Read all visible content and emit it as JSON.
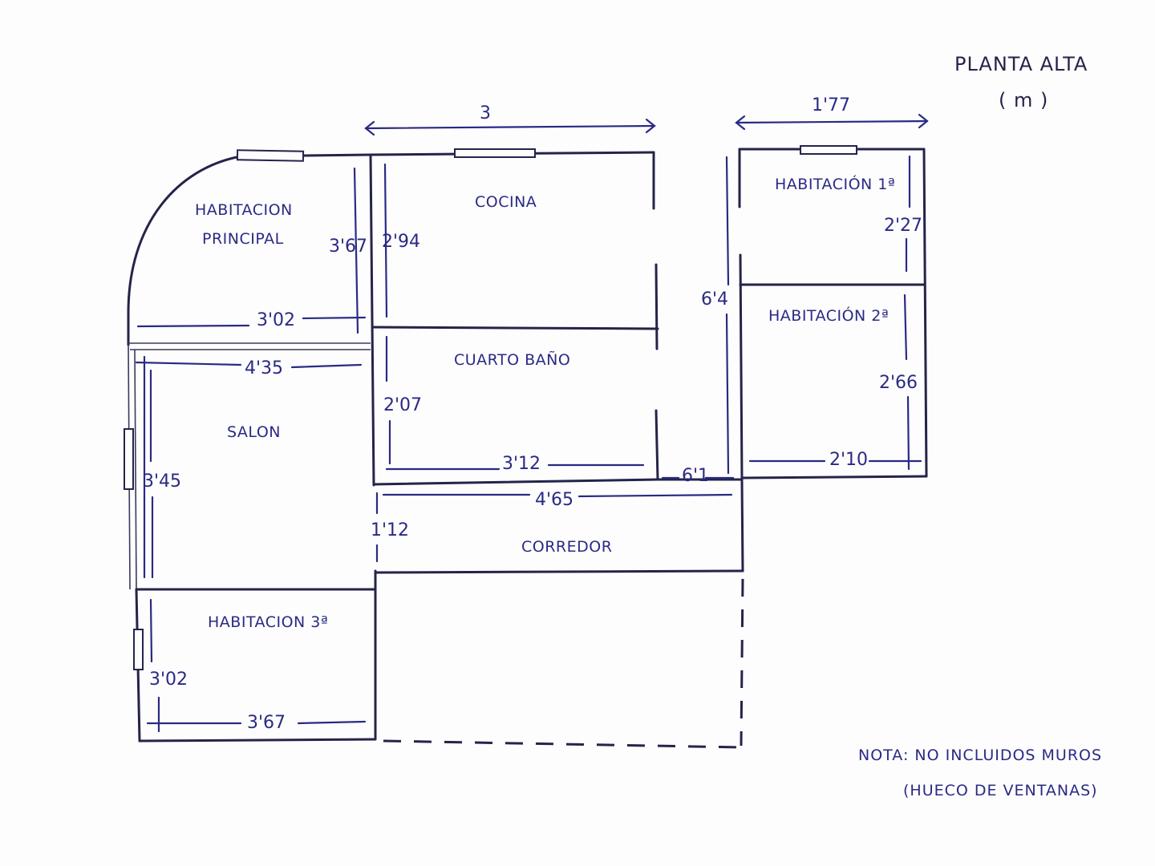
{
  "title": {
    "line1": "PLANTA ALTA",
    "line2": "( m )"
  },
  "rooms": {
    "habitacion_principal_line1": "HABITACION",
    "habitacion_principal_line2": "PRINCIPAL",
    "cocina": "COCINA",
    "cuarto_bano": "CUARTO BAÑO",
    "salon": "SALON",
    "corredor": "CORREDOR",
    "habitacion_3": "HABITACION 3ª",
    "habitacion_1": "HABITACIÓN 1ª",
    "habitacion_2": "HABITACIÓN 2ª"
  },
  "dimensions": {
    "cocina_width": "3",
    "right_width": "1'77",
    "principal_height": "3'67",
    "cocina_height": "2'94",
    "principal_width": "3'02",
    "salon_width": "4'35",
    "bano_height": "2'07",
    "bano_width": "3'12",
    "gap": "6'1",
    "right_height": "6'4",
    "hab1_height": "2'27",
    "hab2_height": "2'66",
    "hab2_width": "2'10",
    "salon_height": "3'45",
    "corredor_width": "4'65",
    "corredor_height": "1'12",
    "hab3_height": "3'02",
    "hab3_width": "3'67"
  },
  "note": {
    "line1": "NOTA: NO INCLUIDOS MUROS",
    "line2": "(HUECO DE VENTANAS)"
  }
}
